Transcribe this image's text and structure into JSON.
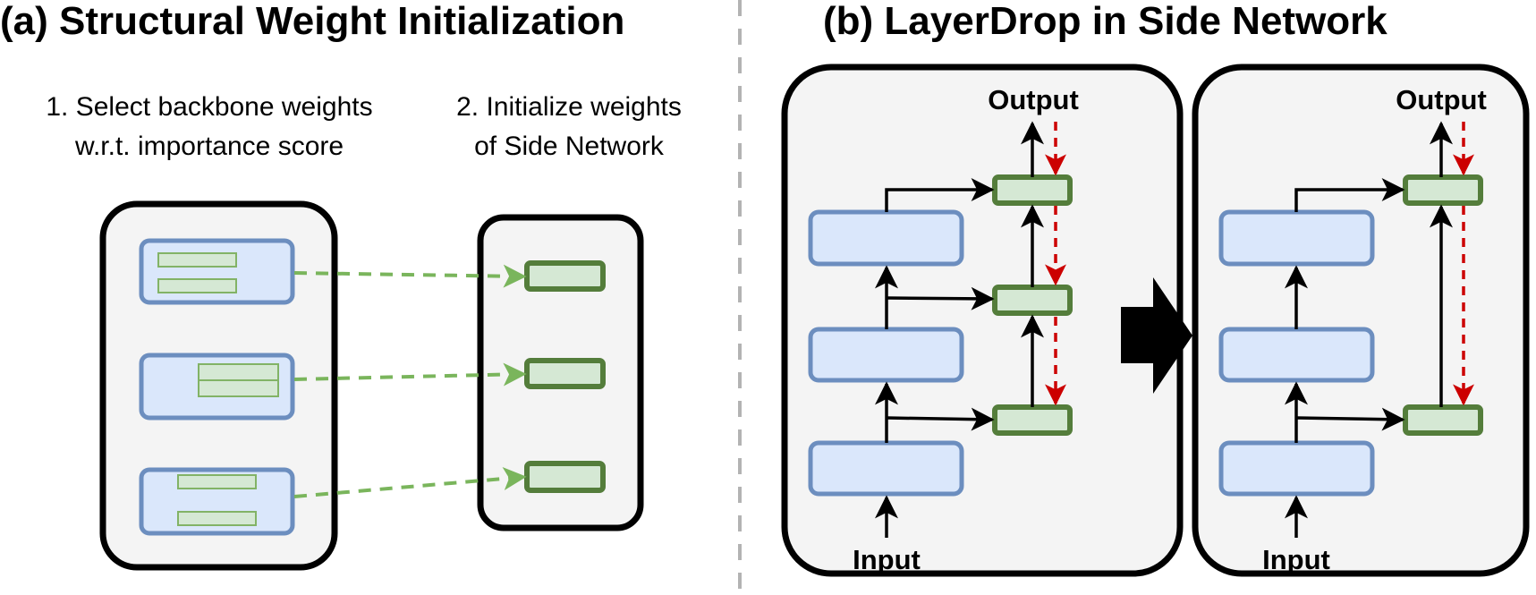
{
  "panel_a": {
    "title": "(a) Structural Weight Initialization",
    "step1": [
      "1. Select backbone weights",
      "w.r.t. importance score"
    ],
    "step2": [
      "2. Initialize weights",
      "of Side Network"
    ]
  },
  "panel_b": {
    "title": "(b) LayerDrop in Side Network",
    "left_box": {
      "output_label": "Output",
      "input_label": "Input"
    },
    "right_box": {
      "output_label": "Output",
      "input_label": "Input"
    }
  },
  "colors": {
    "backbone_fill": "#dae7fb",
    "backbone_stroke": "#6c8ebf",
    "side_fill": "#d5e8d4",
    "side_stroke": "#547d3b",
    "init_arrow": "#7ab55c",
    "drop_arrow": "#cc0000"
  }
}
